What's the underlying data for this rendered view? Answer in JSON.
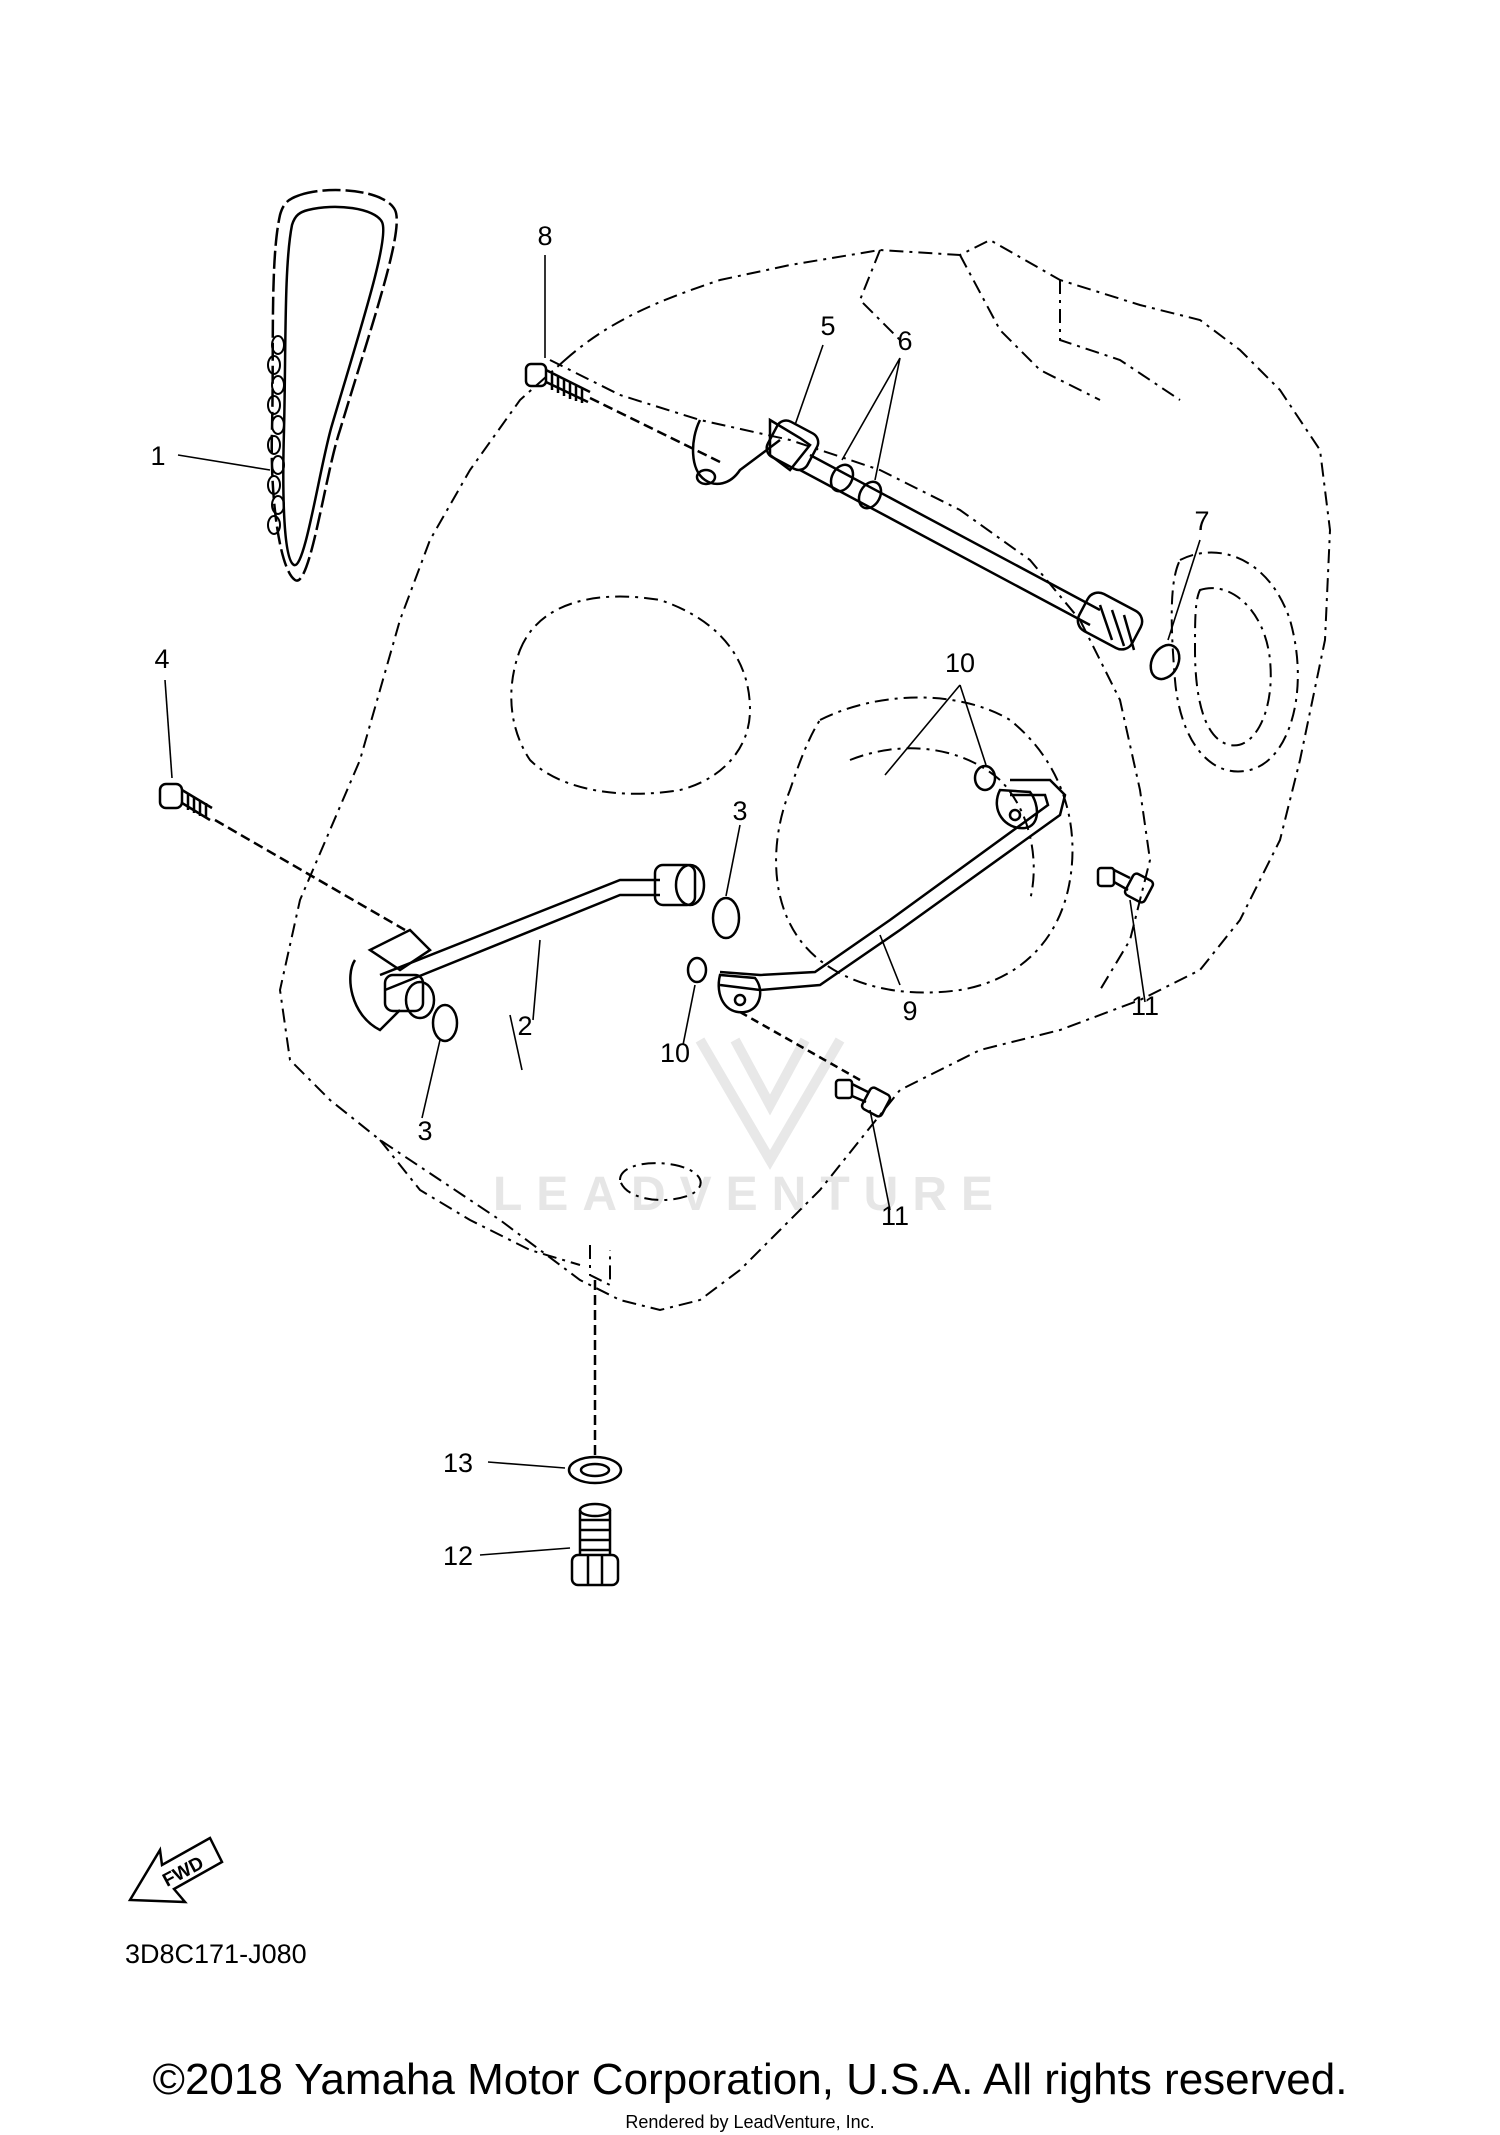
{
  "callouts": {
    "c1": "1",
    "c2": "2",
    "c3a": "3",
    "c3b": "3",
    "c4": "4",
    "c5": "5",
    "c6": "6",
    "c7": "7",
    "c8": "8",
    "c9": "9",
    "c10a": "10",
    "c10b": "10",
    "c11a": "11",
    "c11b": "11",
    "c12": "12",
    "c13": "13"
  },
  "fwd_label": "FWD",
  "diagram_code": "3D8C171-J080",
  "watermark": "LEADVENTURE",
  "copyright": "©2018 Yamaha Motor Corporation, U.S.A. All rights reserved.",
  "rendered_by": "Rendered by LeadVenture, Inc."
}
